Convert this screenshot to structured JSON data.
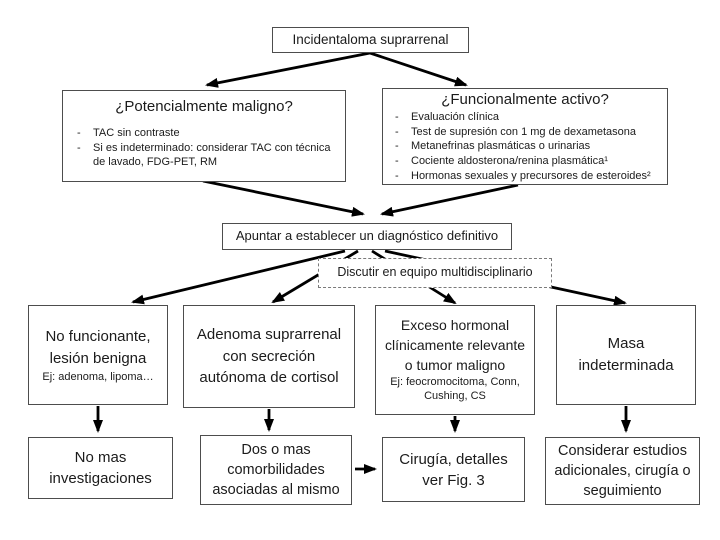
{
  "colors": {
    "background": "#ffffff",
    "box_border": "#4d4d4d",
    "arrow": "#000000",
    "text": "#1b1b1b"
  },
  "flowchart": {
    "root": {
      "label": "Incidentaloma suprarrenal"
    },
    "malignancy_box": {
      "title": "¿Potencialmente maligno?",
      "items": [
        "TAC sin contraste",
        "Si es indeterminado: considerar TAC con técnica de lavado, FDG-PET, RM"
      ]
    },
    "functional_box": {
      "title": "¿Funcionalmente activo?",
      "items": [
        "Evaluación clínica",
        "Test de supresión con 1 mg de dexametasona",
        "Metanefrinas plasmáticas o urinarias",
        "Cociente aldosterona/renina plasmática¹",
        "Hormonas sexuales y precursores de esteroides²"
      ]
    },
    "diagnosis_box": {
      "label": "Apuntar a establecer un diagnóstico definitivo"
    },
    "team_box": {
      "label": "Discutir en equipo multidisciplinario"
    },
    "outcomes": {
      "nonfunctioning": {
        "label": "No funcionante, lesión benigna",
        "example": "Ej: adenoma, lipoma…"
      },
      "adenoma": {
        "label": "Adenoma suprarrenal con secreción autónoma de cortisol"
      },
      "hormonal_excess": {
        "label": "Exceso hormonal clínicamente relevante o tumor maligno",
        "example": "Ej: feocromocitoma, Conn, Cushing, CS"
      },
      "indeterminate": {
        "label": "Masa indeterminada"
      }
    },
    "actions": {
      "no_more": {
        "label": "No mas investigaciones"
      },
      "comorbidities": {
        "label": "Dos o mas comorbilidades asociadas al mismo"
      },
      "surgery": {
        "label": "Cirugía, detalles ver Fig. 3"
      },
      "additional": {
        "label": "Considerar estudios adicionales, cirugía o seguimiento"
      }
    }
  }
}
